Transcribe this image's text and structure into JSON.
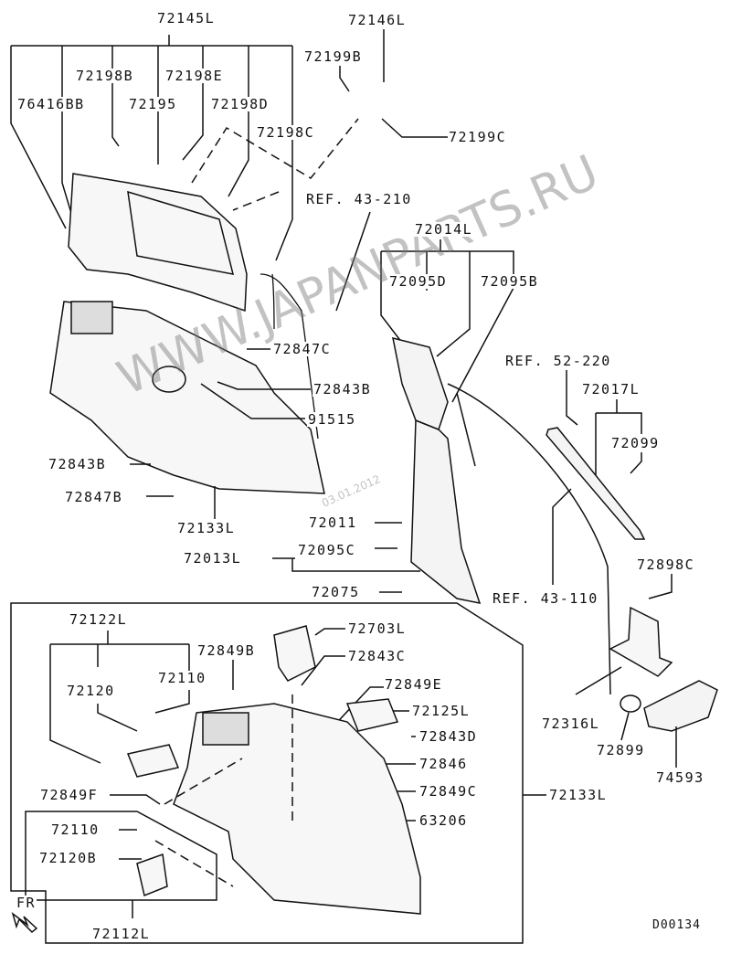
{
  "diagram_code": "D00134",
  "direction_marker": "FR",
  "watermark": {
    "site": "WWW.JAPANPARTS.RU",
    "date": "03.01.2012"
  },
  "labels": {
    "p72145L": "72145L",
    "p72146L": "72146L",
    "p72198B": "72198B",
    "p72198E": "72198E",
    "p72199B": "72199B",
    "p76416BB": "76416BB",
    "p72195": "72195",
    "p72198D": "72198D",
    "p72198C": "72198C",
    "p72199C": "72199C",
    "ref43210": "REF. 43-210",
    "p72014L": "72014L",
    "p72095D": "72095D",
    "p72095B": "72095B",
    "p72847C": "72847C",
    "ref52220": "REF. 52-220",
    "p72843B_r": "72843B",
    "p72017L": "72017L",
    "p91515": "91515",
    "p72099": "72099",
    "p72843B_l": "72843B",
    "p72847B": "72847B",
    "p72133L_top": "72133L",
    "p72011": "72011",
    "p72013L": "72013L",
    "p72095C": "72095C",
    "p72898C": "72898C",
    "p72075": "72075",
    "ref43110": "REF. 43-110",
    "p72122L": "72122L",
    "p72703L": "72703L",
    "p72849B": "72849B",
    "p72843C": "72843C",
    "p72110_a": "72110",
    "p72120": "72120",
    "p72849E": "72849E",
    "p72125L": "72125L",
    "p72843D": "72843D",
    "p72846": "72846",
    "p72316L": "72316L",
    "p72899": "72899",
    "p74593": "74593",
    "p72849C": "72849C",
    "p72849F": "72849F",
    "p72133L_right": "72133L",
    "p63206": "63206",
    "p72110_b": "72110",
    "p72120B": "72120B",
    "p72112L": "72112L"
  }
}
